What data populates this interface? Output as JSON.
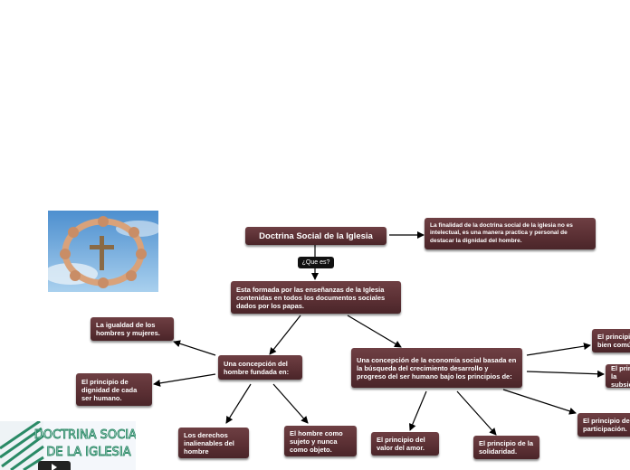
{
  "root": "Doctrina Social de la Iglesia",
  "link_tag": "¿Que es?",
  "finalidad": "La finalidad de la doctrina social de la iglesia no es intelectual, es una manera practica y personal de destacar la dignidad del hombre.",
  "formada": "Esta formada por las enseñanzas de la Iglesia contenidas en todos los documentos sociales dados por los papas.",
  "concepcion_hombre": "Una concepción del hombre fundada en:",
  "concepcion_economia": "Una concepción de la economía social basada en la búsqueda del crecimiento desarrollo y progreso del ser humano bajo los principios de:",
  "igualdad": "La igualdad de los hombres y mujeres.",
  "dignidad": "El principio de dignidad de cada ser humano.",
  "derechos": "Los derechos inalienables del hombre",
  "sujeto": "El hombre como sujeto y nunca como objeto.",
  "amor": "El principio del valor del amor.",
  "solidaridad": "El principio de la solidaridad.",
  "bien_comun": "El principio del bien común.",
  "subsidiariedad": "El principio de la subsidiariedad.",
  "participacion": "El principio de la participación.",
  "banner_title": "DOCTRINA SOCIAL DE LA IGLESIA",
  "colors": {
    "node": "#5a2f33",
    "tag": "#111111",
    "banner_green": "#2a8a66",
    "sky": "#7db3e0"
  }
}
